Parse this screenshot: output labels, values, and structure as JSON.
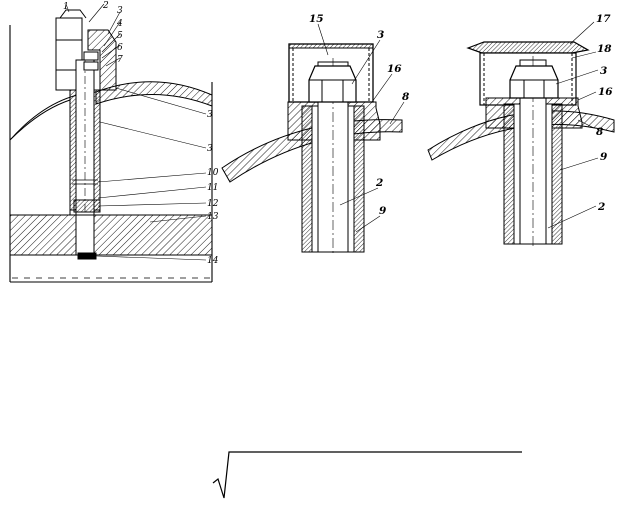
{
  "figure": {
    "left_callouts": [
      "1",
      "2",
      "3",
      "4",
      "5",
      "6",
      "7",
      "3",
      "3",
      "10",
      "11",
      "12",
      "13",
      "14"
    ],
    "middle_callouts": [
      "15",
      "3",
      "16",
      "8",
      "2",
      "9"
    ],
    "right_callouts": [
      "17",
      "18",
      "3",
      "16",
      "8",
      "9",
      "2"
    ]
  },
  "colors": {
    "ink": "#000000",
    "paper": "#ffffff"
  }
}
